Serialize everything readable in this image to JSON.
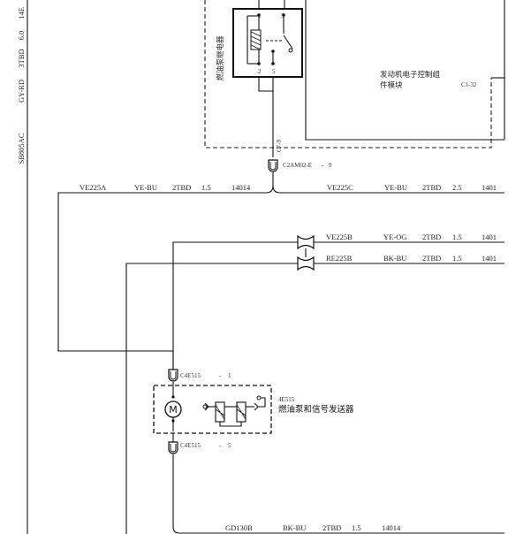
{
  "left_margin_labels": [
    "14E",
    "6.0",
    "3TBD",
    "GY-RD",
    "SB805AC"
  ],
  "relay": {
    "label": "燃油泵继电器",
    "pins": [
      "1",
      "3",
      "2",
      "5"
    ]
  },
  "ecu": {
    "label_line1": "发动机电子控制组",
    "label_line2": "件模块",
    "connector": "C1-32"
  },
  "wire_c7": "C7-9",
  "connector_c2am": {
    "name": "C2AM02-E",
    "pin": "9"
  },
  "wires": {
    "ve225a": {
      "id": "VE225A",
      "color": "YE-BU",
      "spec": "2TBD",
      "size": "1.5",
      "circuit": "14014"
    },
    "ve225c": {
      "id": "VE225C",
      "color": "YE-BU",
      "spec": "2TBD",
      "size": "2.5",
      "circuit": "1401"
    },
    "ve225b": {
      "id": "VE225B",
      "color": "YE-OG",
      "spec": "2TBD",
      "size": "1.5",
      "circuit": "1401"
    },
    "re225b": {
      "id": "RE225B",
      "color": "BK-BU",
      "spec": "2TBD",
      "size": "1.5",
      "circuit": "1401"
    },
    "gd130b": {
      "id": "GD130B",
      "color": "BK-BU",
      "spec": "2TBD",
      "size": "1.5",
      "circuit": "14014"
    }
  },
  "connector_c4e515_top": {
    "name": "C4E515",
    "pin": "1"
  },
  "connector_c4e515_bottom": {
    "name": "C4E515",
    "pin": "5"
  },
  "pump": {
    "code": "4E515",
    "label": "燃油泵和信号发送器"
  },
  "icons": {
    "motor": "motor-M-icon",
    "splice": "splice-x-icon",
    "resistor": "variable-resistor-icon"
  }
}
